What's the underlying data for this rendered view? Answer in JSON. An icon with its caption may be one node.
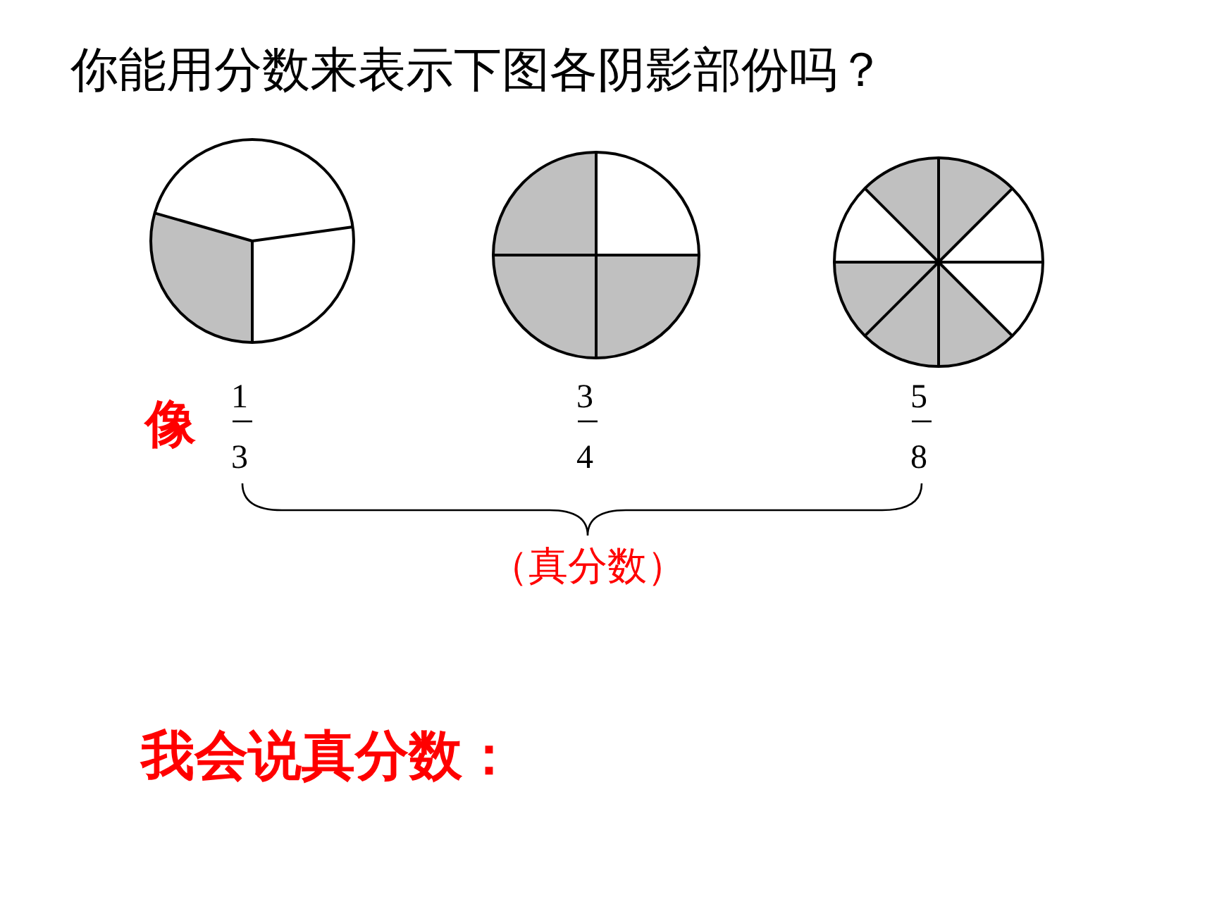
{
  "diagram": {
    "title": "你能用分数来表示下图各阴影部份吗？",
    "labels": [
      "像",
      "1",
      "3",
      "3",
      "4",
      "5",
      "8",
      "（真分数）",
      "我会说真分数："
    ]
  }
}
